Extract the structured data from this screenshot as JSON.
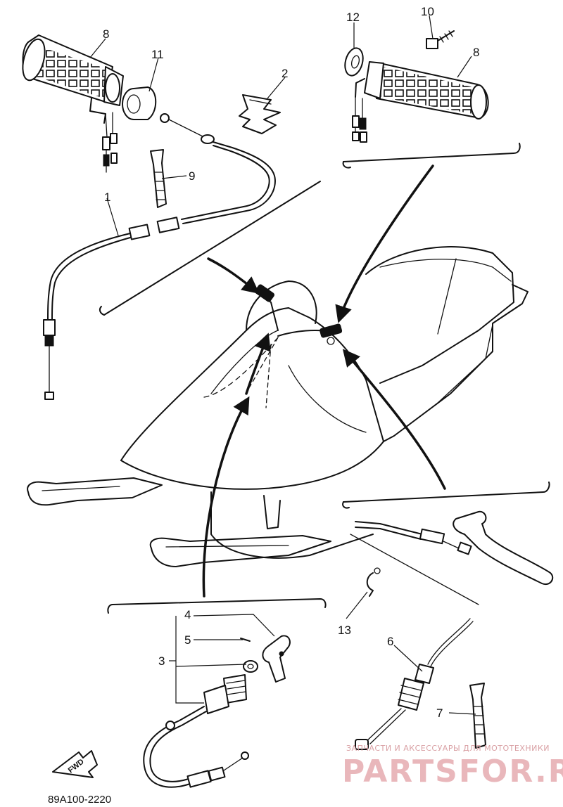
{
  "callouts": {
    "p1": "1",
    "p2": "2",
    "p3": "3",
    "p4": "4",
    "p5": "5",
    "p6": "6",
    "p7": "7",
    "p8_left": "8",
    "p8_right": "8",
    "p9": "9",
    "p10": "10",
    "p11": "11",
    "p12": "12",
    "p13": "13"
  },
  "fwd_label": "FWD",
  "figure_code": "89A100-2220",
  "watermark": {
    "tagline": "ЗАПЧАСТИ И АКСЕССУАРЫ ДЛЯ МОТОТЕХНИКИ",
    "brand": "PARTSFOR.RU"
  },
  "colors": {
    "ink": "#111111",
    "watermark": "#e9b7bb",
    "background": "#ffffff"
  }
}
